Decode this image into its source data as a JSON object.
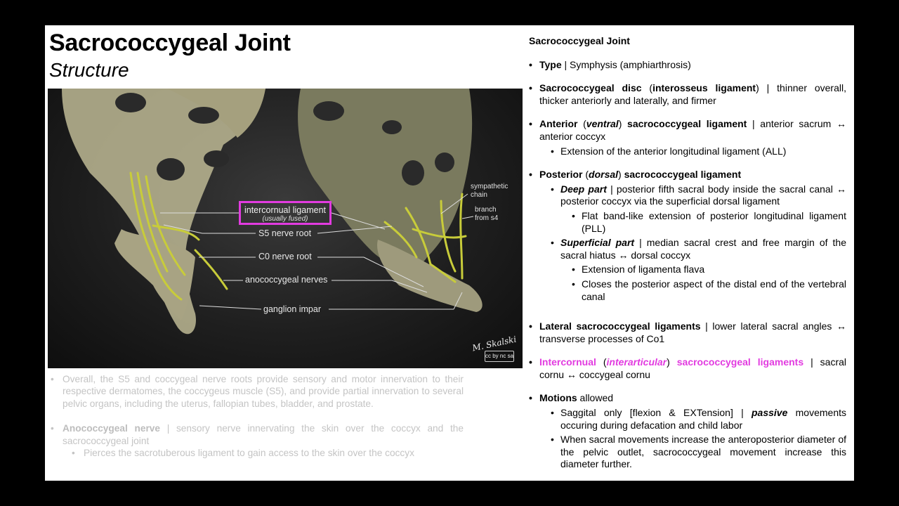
{
  "slide": {
    "title": "Sacrococcygeal Joint",
    "subtitle": "Structure"
  },
  "figure": {
    "labels": {
      "intercornual_ligament": "intercornual ligament",
      "usually_fused": "(usually fused)",
      "s5_nerve_root": "S5 nerve root",
      "c0_nerve_root": "C0 nerve root",
      "anococcygeal_nerves": "anococcygeal nerves",
      "ganglion_impar": "ganglion impar",
      "sympathetic_chain_1": "sympathetic",
      "sympathetic_chain_2": "chain",
      "branch_from_s4_1": "branch",
      "branch_from_s4_2": "from s4"
    },
    "signature": "M. Skalski",
    "license_badge": "cc by nc sa",
    "highlight_color": "#e23be0"
  },
  "left_notes": {
    "item1": "Overall, the S5 and coccygeal nerve roots provide sensory and motor innervation to their respective dermatomes, the coccygeus muscle (S5), and provide partial innervation to several pelvic organs, including the uterus, fallopian tubes, bladder, and prostate.",
    "item2_bold": "Anococcygeal nerve",
    "item2_rest": " | sensory nerve innervating the skin over the coccyx and the sacrococcygeal joint",
    "item2_sub": "Pierces the sacrotuberous ligament to gain access to the skin over the coccyx"
  },
  "right": {
    "heading": "Sacrococcygeal Joint",
    "type_bold": "Type",
    "type_rest": " | Symphysis (amphiarthrosis)",
    "disc_bold1": "Sacrococcygeal disc",
    "disc_paren_open": " (",
    "disc_bold2": "interosseus ligament",
    "disc_rest": ") | thinner overall, thicker anteriorly and laterally, and firmer",
    "anterior_bold1": "Anterior",
    "anterior_paren_open": " (",
    "anterior_italic": "ventral",
    "anterior_paren_close": ") ",
    "anterior_bold2": "sacrococcygeal ligament",
    "anterior_rest": " | anterior sacrum ↔ anterior coccyx",
    "anterior_sub": "Extension of the anterior longitudinal ligament (ALL)",
    "posterior_bold1": "Posterior",
    "posterior_paren_open": " (",
    "posterior_italic": "dorsal",
    "posterior_paren_close": ") ",
    "posterior_bold2": "sacrococcygeal ligament",
    "deep_bi": "Deep part",
    "deep_rest": " | posterior fifth sacral body inside the sacral canal ↔ posterior coccyx via the superficial dorsal ligament",
    "deep_sub": "Flat band-like extension of posterior longitudinal ligament (PLL)",
    "superficial_bi": "Superficial part",
    "superficial_rest": " | median sacral crest and free margin of the sacral hiatus ↔ dorsal coccyx",
    "superficial_sub1": "Extension of ligamenta flava",
    "superficial_sub2": "Closes the posterior aspect of the distal end of the vertebral canal",
    "lateral_bold": "Lateral sacrococcygeal ligaments",
    "lateral_rest": " | lower lateral sacral angles ↔ transverse processes of Co1",
    "intercornual_pink1": "Intercornual",
    "intercornual_paren_open": " (",
    "intercornual_pink_italic": "interarticular",
    "intercornual_paren_close": ") ",
    "intercornual_pink2": "sacrococcygeal ligaments",
    "intercornual_rest": " | sacral cornu ↔ coccygeal cornu",
    "motions_bold": "Motions",
    "motions_rest": " allowed",
    "motions_sub1_a": "Saggital only [flexion & EXTension] | ",
    "motions_sub1_bi": "passive",
    "motions_sub1_b": " movements occuring during defacation and child labor",
    "motions_sub2": "When sacral movements increase the anteroposterior diameter of the pelvic outlet, sacrococcygeal movement increase this diameter further."
  }
}
